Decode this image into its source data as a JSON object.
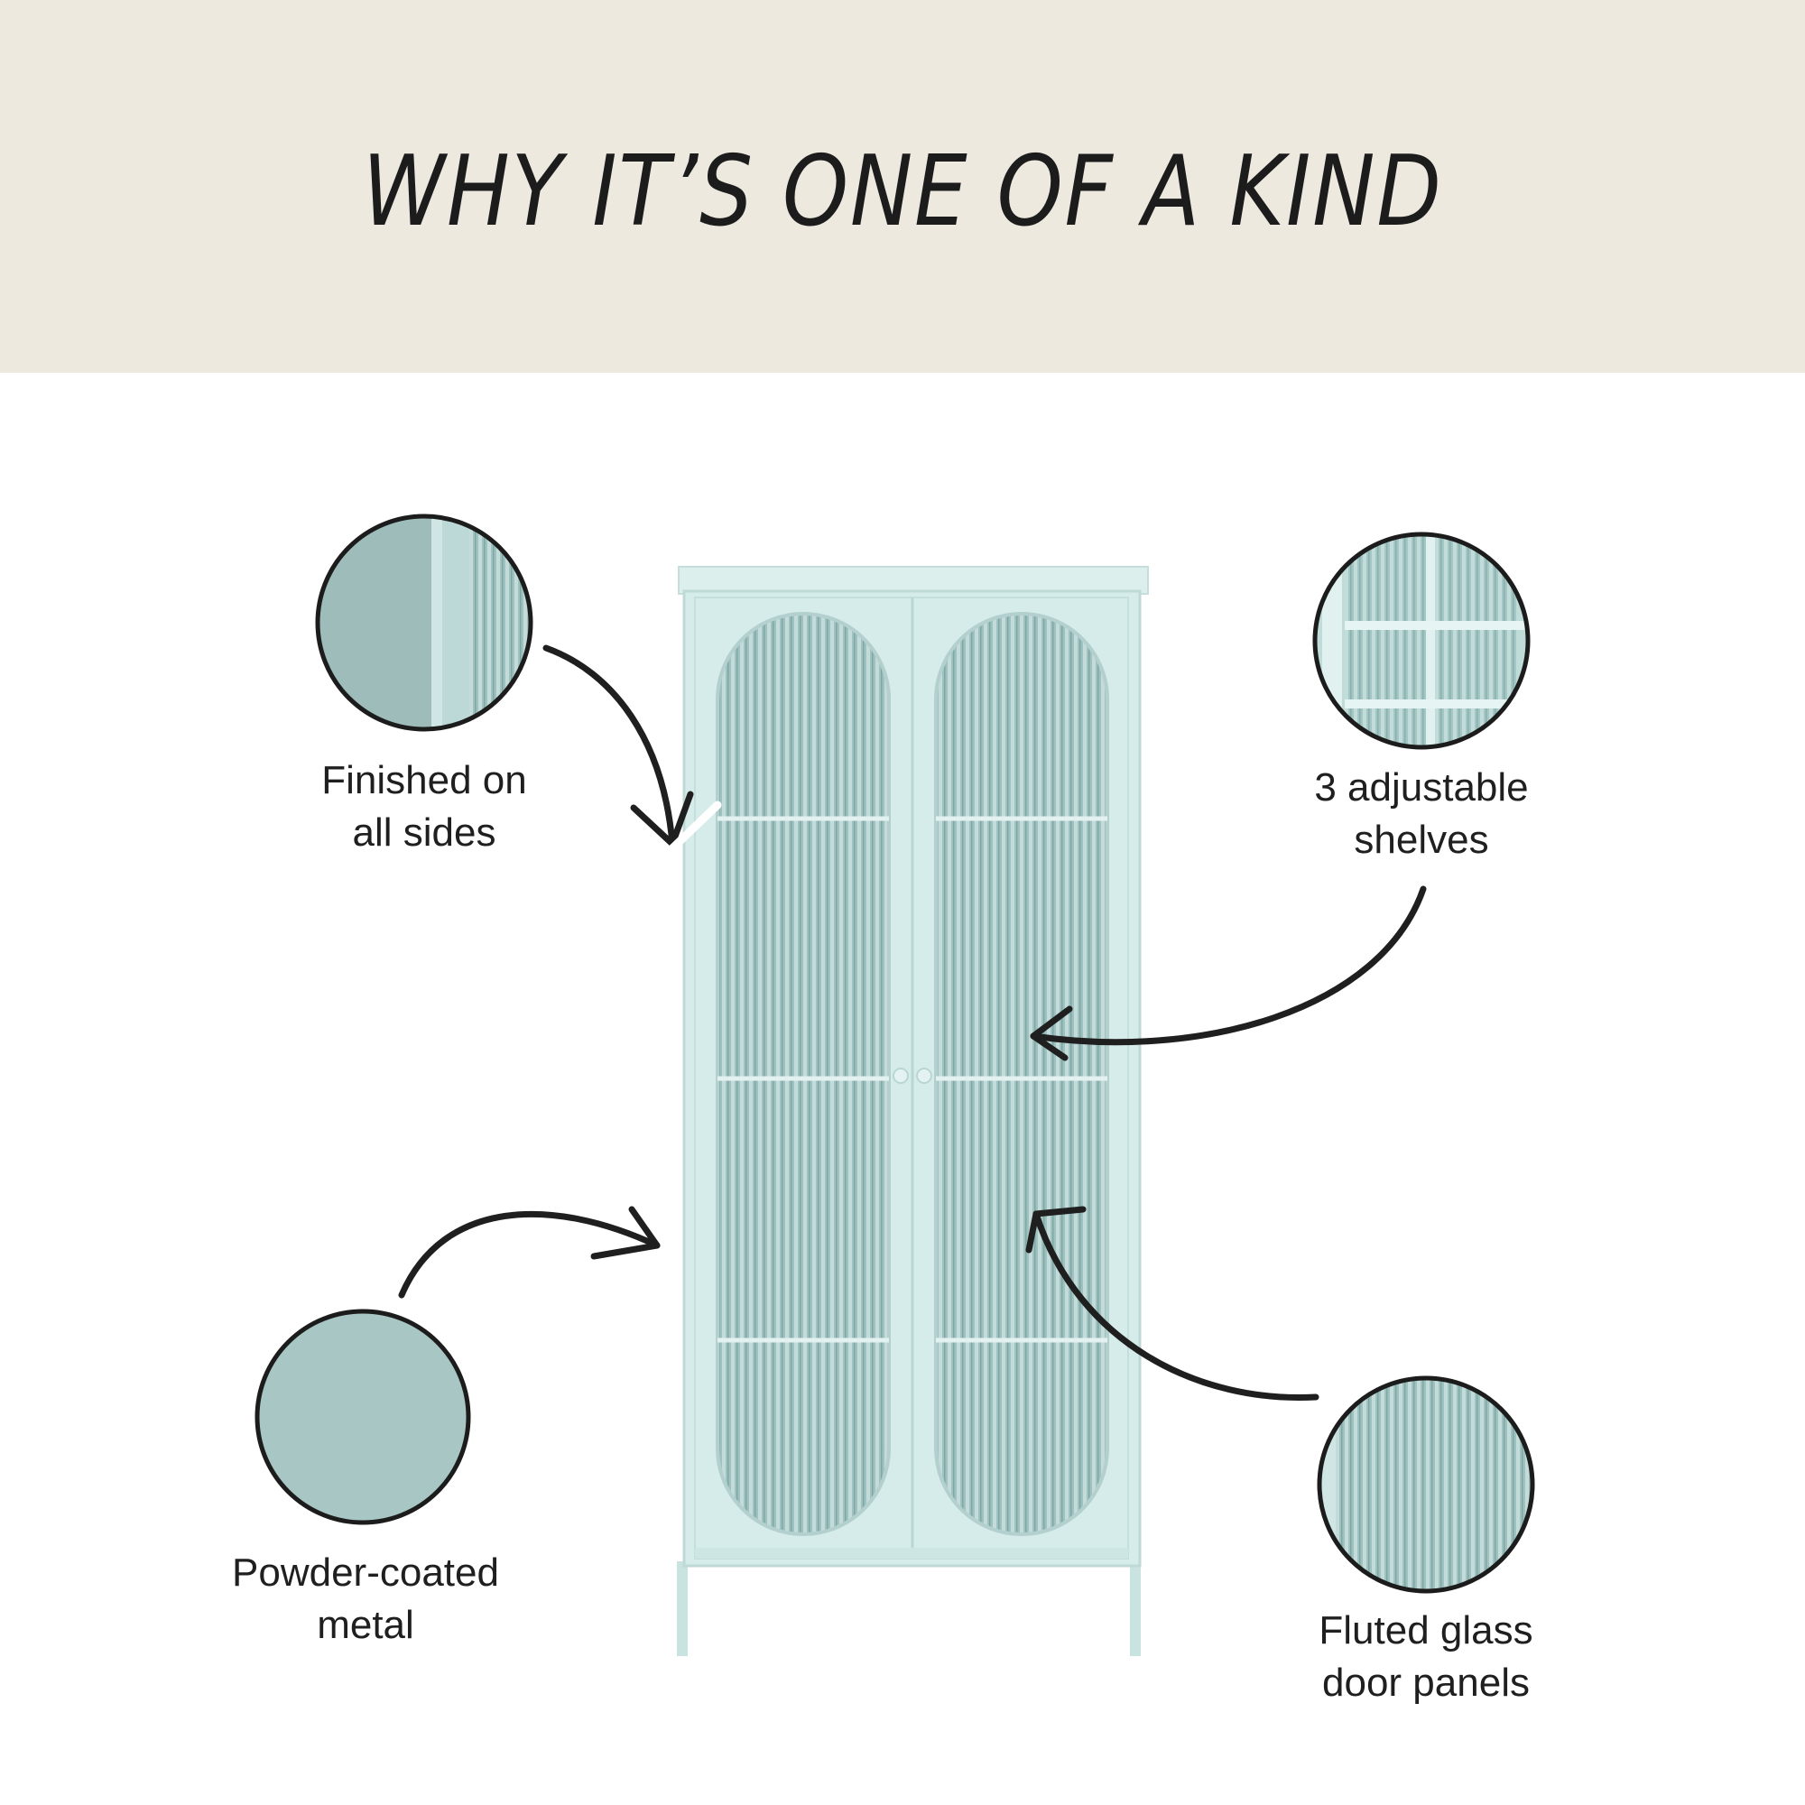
{
  "header": {
    "title": "WHY IT’S ONE OF A KIND",
    "background_color": "#ede9df"
  },
  "features": [
    {
      "id": "finished-sides",
      "label": "Finished on\nall sides",
      "icon": "cabinet-side-closeup"
    },
    {
      "id": "adjustable-shelves",
      "label": "3 adjustable\nshelves",
      "icon": "shelves-closeup"
    },
    {
      "id": "powder-coated",
      "label": "Powder-coated\nmetal",
      "icon": "color-swatch"
    },
    {
      "id": "fluted-glass",
      "label": "Fluted glass\ndoor panels",
      "icon": "fluted-glass-closeup"
    }
  ],
  "colors": {
    "cabinet": "#d5ecea",
    "cabinet_shade": "#b9d6d4",
    "glass": "#9fc2c0",
    "swatch": "#a8c6c3",
    "ink": "#1f1f1f"
  }
}
